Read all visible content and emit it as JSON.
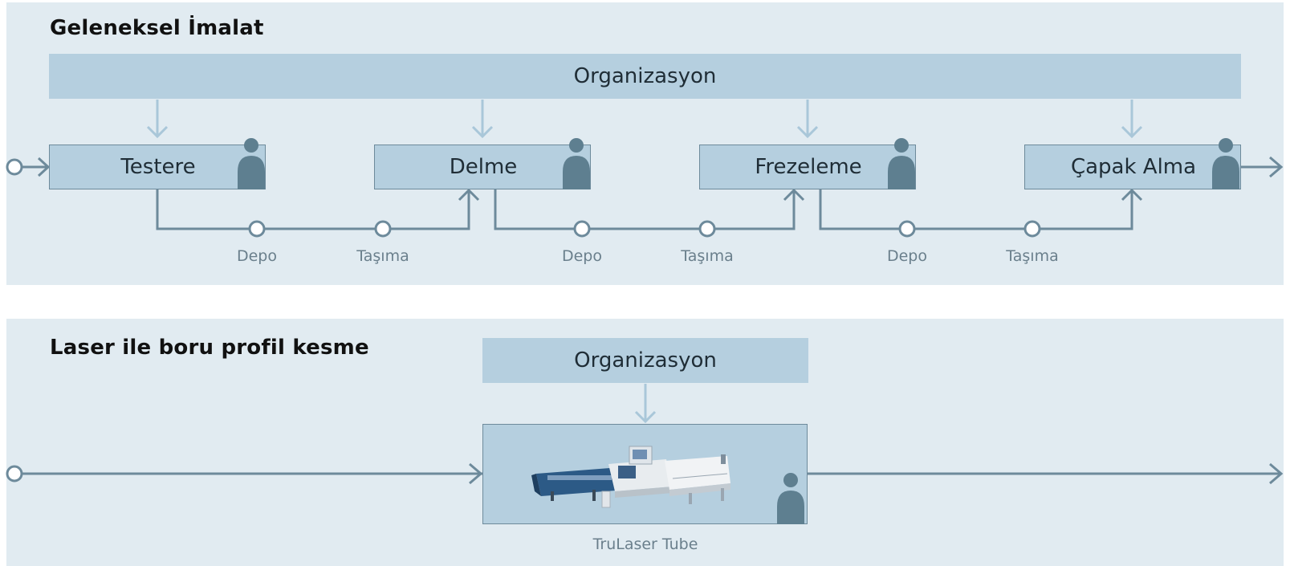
{
  "traditional": {
    "title": "Geleneksel İmalat",
    "organization": "Organizasyon",
    "steps": [
      {
        "label": "Testere"
      },
      {
        "label": "Delme"
      },
      {
        "label": "Frezeleme"
      },
      {
        "label": "Çapak Alma"
      }
    ],
    "transitions": [
      {
        "storage": "Depo",
        "transport": "Taşıma"
      },
      {
        "storage": "Depo",
        "transport": "Taşıma"
      },
      {
        "storage": "Depo",
        "transport": "Taşıma"
      }
    ]
  },
  "laser": {
    "title": "Laser ile boru profil kesme",
    "organization": "Organizasyon",
    "machine_label": "TruLaser Tube"
  },
  "colors": {
    "panel_bg": "#e1ebf1",
    "box_fill": "#b5cfdf",
    "line": "#6d8a9b",
    "org_arrow": "#a9c7d9",
    "person": "#5e7f90"
  },
  "icons": [
    "person-icon",
    "arrow-down-icon",
    "flow-arrow-icon",
    "machine-image"
  ]
}
